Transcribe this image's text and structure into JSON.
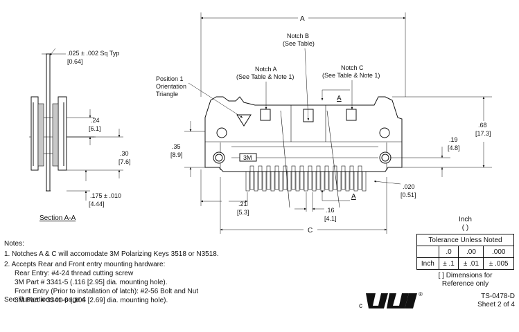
{
  "drawing": {
    "dim_a": "A",
    "dim_c": "C",
    "notch_b": [
      "Notch B",
      "(See Table)"
    ],
    "notch_a": [
      "Notch A",
      "(See Table & Note 1)"
    ],
    "notch_c": [
      "Notch C",
      "(See Table & Note 1)"
    ],
    "position1": [
      "Position 1",
      "Orientation",
      "Triangle"
    ],
    "section_letter": "A",
    "section_label": "Section A-A",
    "pin_size": [
      ".025 ± .002 Sq Typ",
      "[0.64]"
    ],
    "dim_024": [
      ".24",
      "[6.1]"
    ],
    "dim_030": [
      ".30",
      "[7.6]"
    ],
    "dim_0175": [
      ".175 ± .010",
      "[4.44]"
    ],
    "dim_035": [
      ".35",
      "[8.9]"
    ],
    "dim_068": [
      ".68",
      "[17.3]"
    ],
    "dim_019": [
      ".19",
      "[4.8]"
    ],
    "dim_0020": [
      ".020",
      "[0.51]"
    ],
    "dim_021": [
      ".21",
      "[5.3]"
    ],
    "dim_016": [
      ".16",
      "[4.1]"
    ],
    "brand_mark": "3M"
  },
  "notes": {
    "heading": "Notes:",
    "note1": "1. Notches A & C will accomodate 3M Polarizing Keys 3518 or N3518.",
    "note2": "2. Accepts Rear and Front entry mounting hardware:",
    "line_rear": "Rear Entry: #4-24 thread cutting screw",
    "line_rear_part": "3M Part # 3341-5 (.116 [2.95] dia. mounting hole).",
    "line_front": "Front Entry (Prior to installation of latch): #2-56 Bolt and Nut",
    "line_front_part": "3M Part # 3341-6 (.106 [2.69] dia. mounting hole)."
  },
  "see_illustrations": "See illustrations on page 4",
  "tolerance": {
    "unit_label": "Inch",
    "unit_paren": "(      )",
    "title": "Tolerance Unless Noted",
    "headers": [
      ".0",
      ".00",
      ".000"
    ],
    "row_label": "Inch",
    "values": [
      "± .1",
      "± .01",
      "± .005"
    ],
    "footnote": [
      "[ ] Dimensions for",
      "Reference only"
    ]
  },
  "doc": {
    "number": "TS-0478-D",
    "sheet": "Sheet 2 of 4"
  },
  "logo": {
    "c_mark": "c",
    "reg_mark": "®"
  }
}
